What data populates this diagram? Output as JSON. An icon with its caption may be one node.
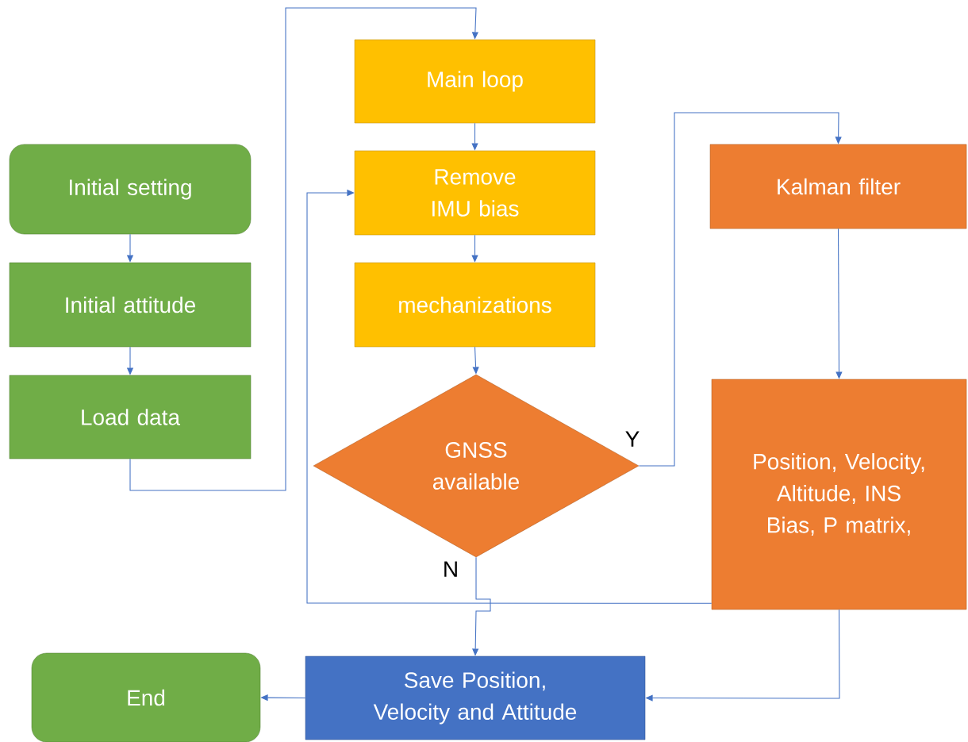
{
  "diagram": {
    "nodes": [
      {
        "text": [
          "Initial setting"
        ]
      },
      {
        "text": [
          "Initial attitude"
        ]
      },
      {
        "text": [
          "Load data"
        ]
      },
      {
        "text": [
          "Main loop"
        ]
      },
      {
        "text": [
          "Remove IMU bias"
        ]
      },
      {
        "text": [
          "mechanizations"
        ]
      },
      {
        "text": [
          "GNSS available"
        ]
      },
      {
        "text": [
          "Kalman filter"
        ]
      },
      {
        "text": [
          "Position, Velocity, Altitude, INS Bias, P matrix,"
        ]
      },
      {
        "text": [
          "Save Position, Velocity and Attitude"
        ]
      },
      {
        "text": [
          "End"
        ]
      }
    ],
    "edges": [
      {
        "from": 0,
        "to": 1,
        "arrow": "to"
      },
      {
        "from": 1,
        "to": 2,
        "arrow": "to"
      },
      {
        "from": 2,
        "to": 3,
        "arrow": "to"
      },
      {
        "from": 3,
        "to": 4,
        "arrow": "to"
      },
      {
        "from": 4,
        "to": 5,
        "arrow": "to"
      },
      {
        "from": 5,
        "to": 6,
        "arrow": "to"
      },
      {
        "from": 6,
        "to": 7,
        "arrow": "to",
        "label": "Y"
      },
      {
        "from": 6,
        "to": 9,
        "arrow": "to",
        "label": "N"
      },
      {
        "from": 8,
        "to": 4,
        "arrow": "to"
      },
      {
        "from": 7,
        "to": 8,
        "arrow": "to"
      },
      {
        "from": 8,
        "to": 9,
        "arrow": "to"
      },
      {
        "from": 9,
        "to": 10,
        "arrow": "to"
      }
    ]
  }
}
